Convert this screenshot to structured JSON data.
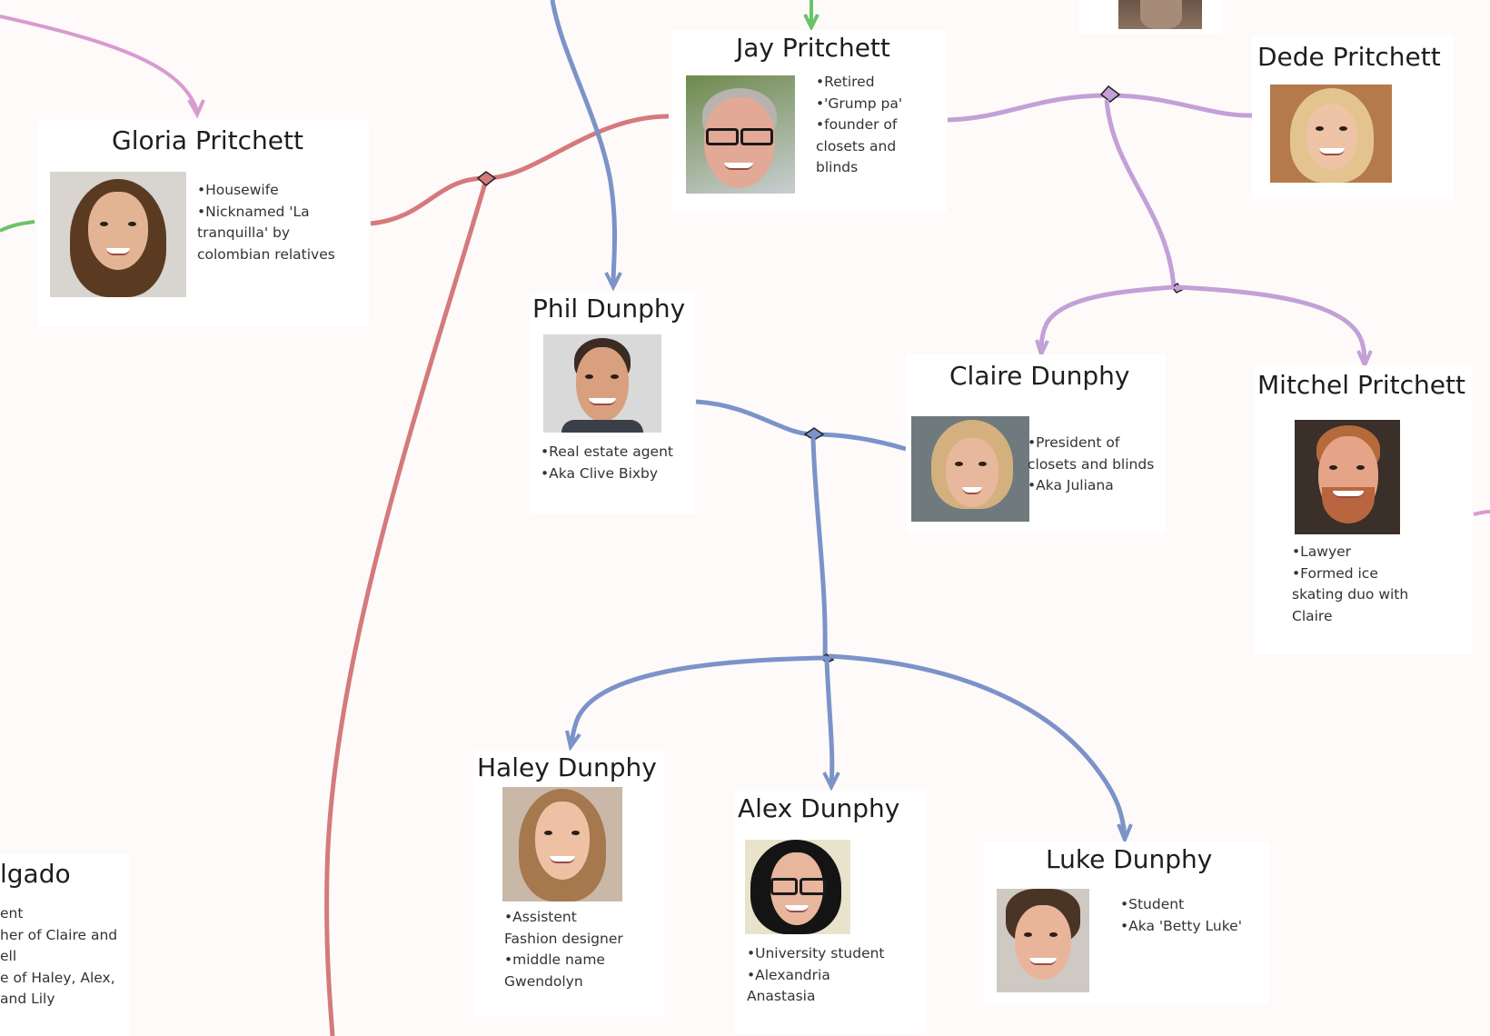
{
  "people": {
    "gloria": {
      "name": "Gloria Pritchett",
      "notes": [
        "•Housewife",
        "•Nicknamed 'La",
        "tranquilla' by",
        "colombian relatives"
      ]
    },
    "jay": {
      "name": "Jay Pritchett",
      "notes": [
        "•Retired",
        "•'Grump pa'",
        "•founder of",
        "closets and",
        "blinds"
      ]
    },
    "dede": {
      "name": "Dede Pritchett",
      "notes": []
    },
    "phil": {
      "name": "Phil Dunphy",
      "notes": [
        "•Real estate agent",
        "•Aka Clive Bixby"
      ]
    },
    "claire": {
      "name": "Claire Dunphy",
      "notes": [
        "•President of",
        "closets and blinds",
        "•Aka Juliana"
      ]
    },
    "mitchel": {
      "name": "Mitchel Pritchett",
      "notes": [
        "•Lawyer",
        "•Formed ice",
        "skating duo with",
        "Claire"
      ]
    },
    "haley": {
      "name": "Haley Dunphy",
      "notes": [
        "•Assistent",
        "Fashion designer",
        "•middle name",
        "Gwendolyn"
      ]
    },
    "alex": {
      "name": "Alex Dunphy",
      "notes": [
        "•University student",
        "•Alexandria",
        "Anastasia"
      ]
    },
    "luke": {
      "name": "Luke Dunphy",
      "notes": [
        "•Student",
        "•Aka 'Betty Luke'"
      ]
    },
    "delgado": {
      "name": "lgado",
      "notes": [
        "ent",
        "her of Claire and",
        "ell",
        "e of Haley, Alex,",
        "and Lily"
      ]
    }
  },
  "colors": {
    "background": "#fefaf9",
    "card": "#ffffff",
    "gloria_jay_line": "#d47a7d",
    "dunphy_line": "#7b93c8",
    "pritchett_children_line": "#c3a0d8",
    "top_left_line": "#d99ad0",
    "green_line": "#6cc26a"
  }
}
